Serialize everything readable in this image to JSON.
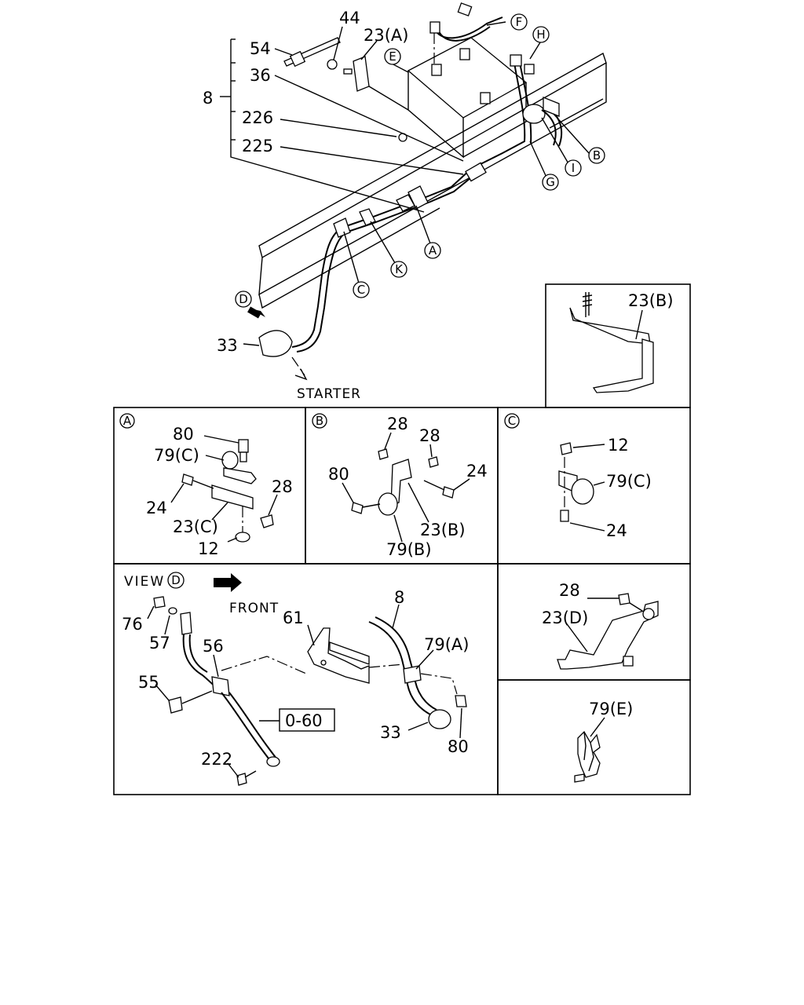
{
  "refs": {
    "A": "A",
    "B": "B",
    "C": "C",
    "D": "D",
    "E": "E",
    "F": "F",
    "G": "G",
    "H": "H",
    "I": "I",
    "K": "K"
  },
  "main": {
    "p44": "44",
    "p23a": "23(A)",
    "p54": "54",
    "p36": "36",
    "p8": "8",
    "p226": "226",
    "p225": "225",
    "p33": "33",
    "starter": "STARTER"
  },
  "detail_23b": {
    "label": "23(B)"
  },
  "panel_a": {
    "p80": "80",
    "p79c": "79(C)",
    "p24": "24",
    "p28": "28",
    "p23c": "23(C)",
    "p12": "12"
  },
  "panel_b": {
    "p28a": "28",
    "p28b": "28",
    "p80": "80",
    "p24": "24",
    "p23b": "23(B)",
    "p79b": "79(B)"
  },
  "panel_c": {
    "p12": "12",
    "p79c": "79(C)",
    "p24": "24"
  },
  "view_d": {
    "title": "VIEW",
    "front": "FRONT",
    "p76": "76",
    "p57": "57",
    "p56": "56",
    "p55": "55",
    "p222": "222",
    "p061": "0-60",
    "p61": "61",
    "p8": "8",
    "p79a": "79(A)",
    "p33": "33",
    "p80": "80"
  },
  "panel_23d": {
    "p28": "28",
    "p23d": "23(D)"
  },
  "panel_79e": {
    "p79e": "79(E)"
  }
}
